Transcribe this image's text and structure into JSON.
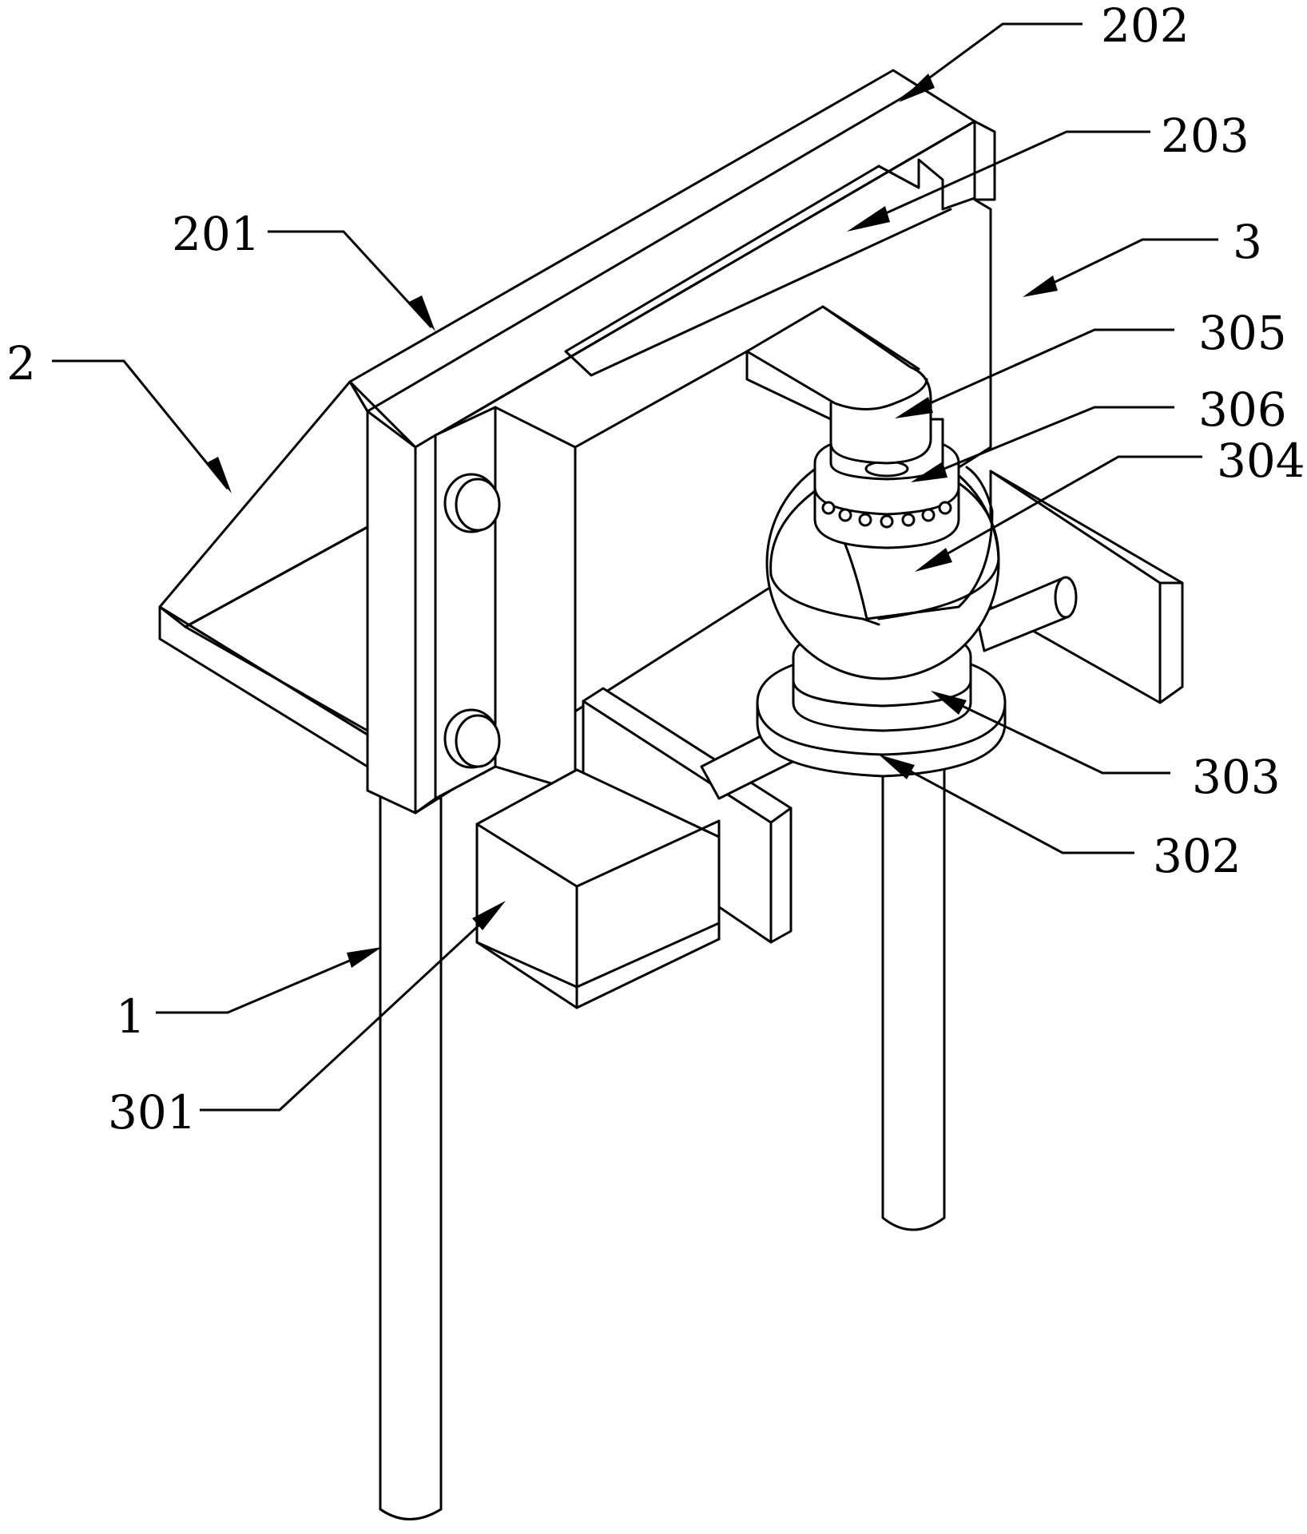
{
  "labels": {
    "l1": "1",
    "l2": "2",
    "l3": "3",
    "l201": "201",
    "l202": "202",
    "l203": "203",
    "l301": "301",
    "l302": "302",
    "l303": "303",
    "l304": "304",
    "l305": "305",
    "l306": "306"
  },
  "colors": {
    "line": "#000000",
    "background": "#ffffff"
  }
}
